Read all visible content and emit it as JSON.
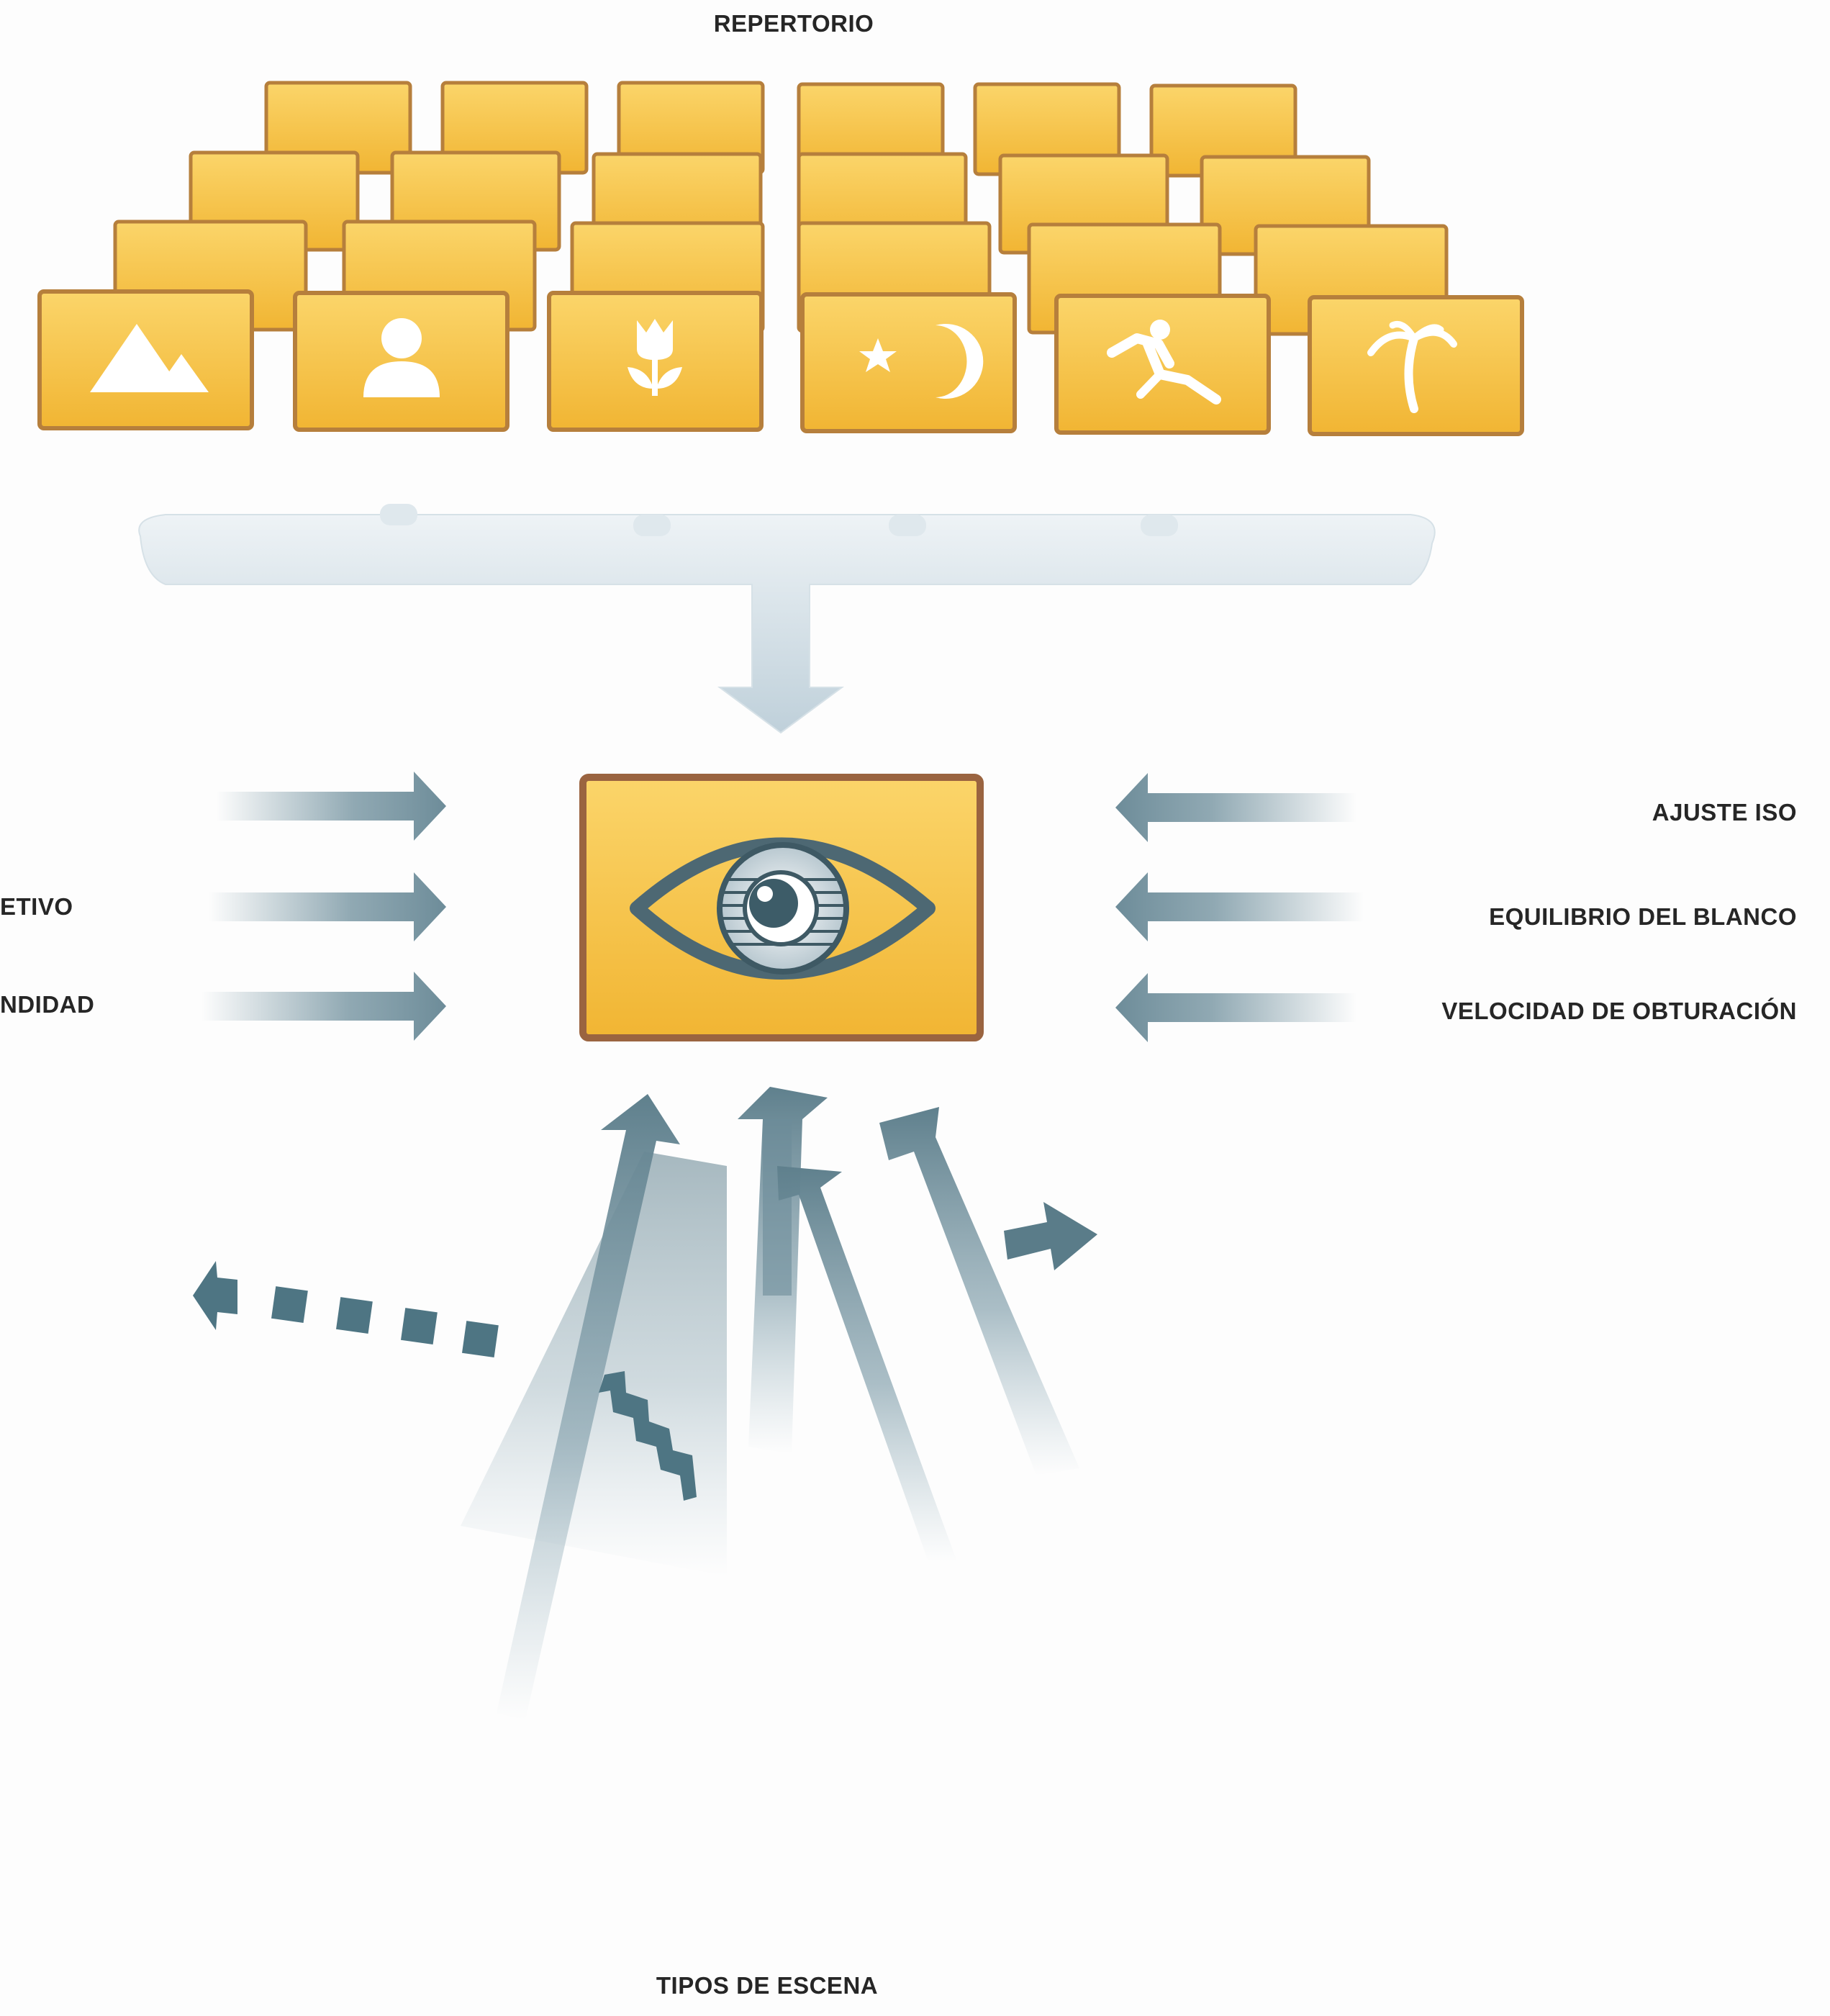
{
  "labels": {
    "top": "REPERTORIO",
    "bottom": "TIPOS DE ESCENA",
    "left": [
      "ETIVO",
      "NDIDAD"
    ],
    "right": [
      "AJUSTE ISO",
      "EQUILIBRIO DEL BLANCO",
      "VELOCIDAD DE OBTURACIÓN"
    ]
  },
  "scene_icons": [
    "landscape-icon",
    "portrait-icon",
    "flower-icon",
    "night-icon",
    "sport-runner-icon",
    "beach-palm-icon"
  ],
  "center_icon": "eye-icon",
  "colors": {
    "card_fill": "#f6c343",
    "card_border": "#b67f3c",
    "arrow": "#7d9aa6",
    "arrow_dark": "#2e5868",
    "text": "#262626"
  }
}
